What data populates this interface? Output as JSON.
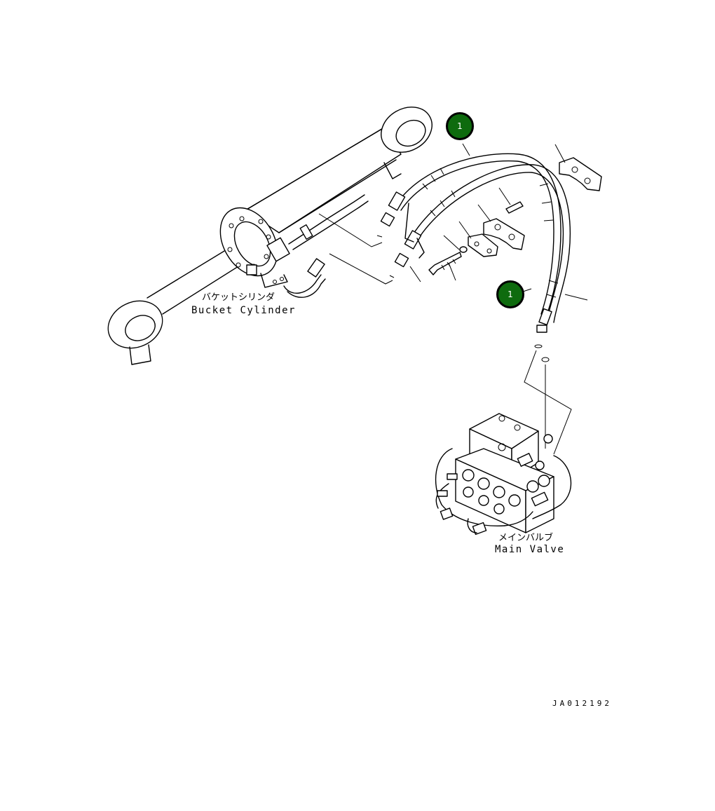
{
  "diagram": {
    "callouts": [
      {
        "number": "1",
        "color": "#0e6b0e"
      },
      {
        "number": "1",
        "color": "#0e6b0e"
      }
    ],
    "labels": {
      "bucket_cylinder_jp": "バケットシリンダ",
      "bucket_cylinder_en": "Bucket Cylinder",
      "main_valve_jp": "メインバルブ",
      "main_valve_en": "Main Valve",
      "drawing_code": "JA012192"
    }
  }
}
